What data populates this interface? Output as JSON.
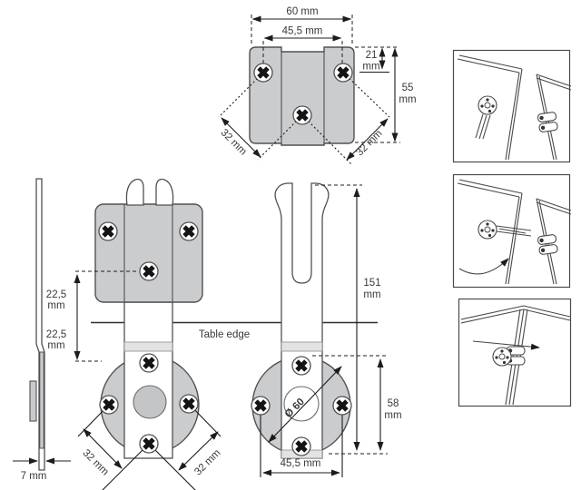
{
  "top_view": {
    "width": "60 mm",
    "hole_spacing": "45,5 mm",
    "edge_offset": {
      "value": "21",
      "unit": "mm"
    },
    "depth": {
      "value": "55",
      "unit": "mm"
    },
    "diag_left": "32 mm",
    "diag_right": "32 mm"
  },
  "side_view": {
    "thickness": "7 mm"
  },
  "front_mounted": {
    "above_edge": {
      "value": "22,5",
      "unit": "mm"
    },
    "below_edge": {
      "value": "22,5",
      "unit": "mm"
    },
    "diag_left": "32 mm",
    "diag_right": "32 mm",
    "table_edge": "Table edge"
  },
  "front_detached": {
    "total_length": {
      "value": "151",
      "unit": "mm"
    },
    "disc_height": {
      "value": "58",
      "unit": "mm"
    },
    "disc_diameter": "Ø 60",
    "hole_spacing": "45,5 mm"
  },
  "colors": {
    "part_fill": "#cbccce",
    "inner_disc_fill": "#c4c5c7",
    "band_fill": "#e3e3e5",
    "outline": "#515153",
    "dimension_line": "#1c1c1e",
    "text": "#39393b",
    "background": "#ffffff"
  }
}
